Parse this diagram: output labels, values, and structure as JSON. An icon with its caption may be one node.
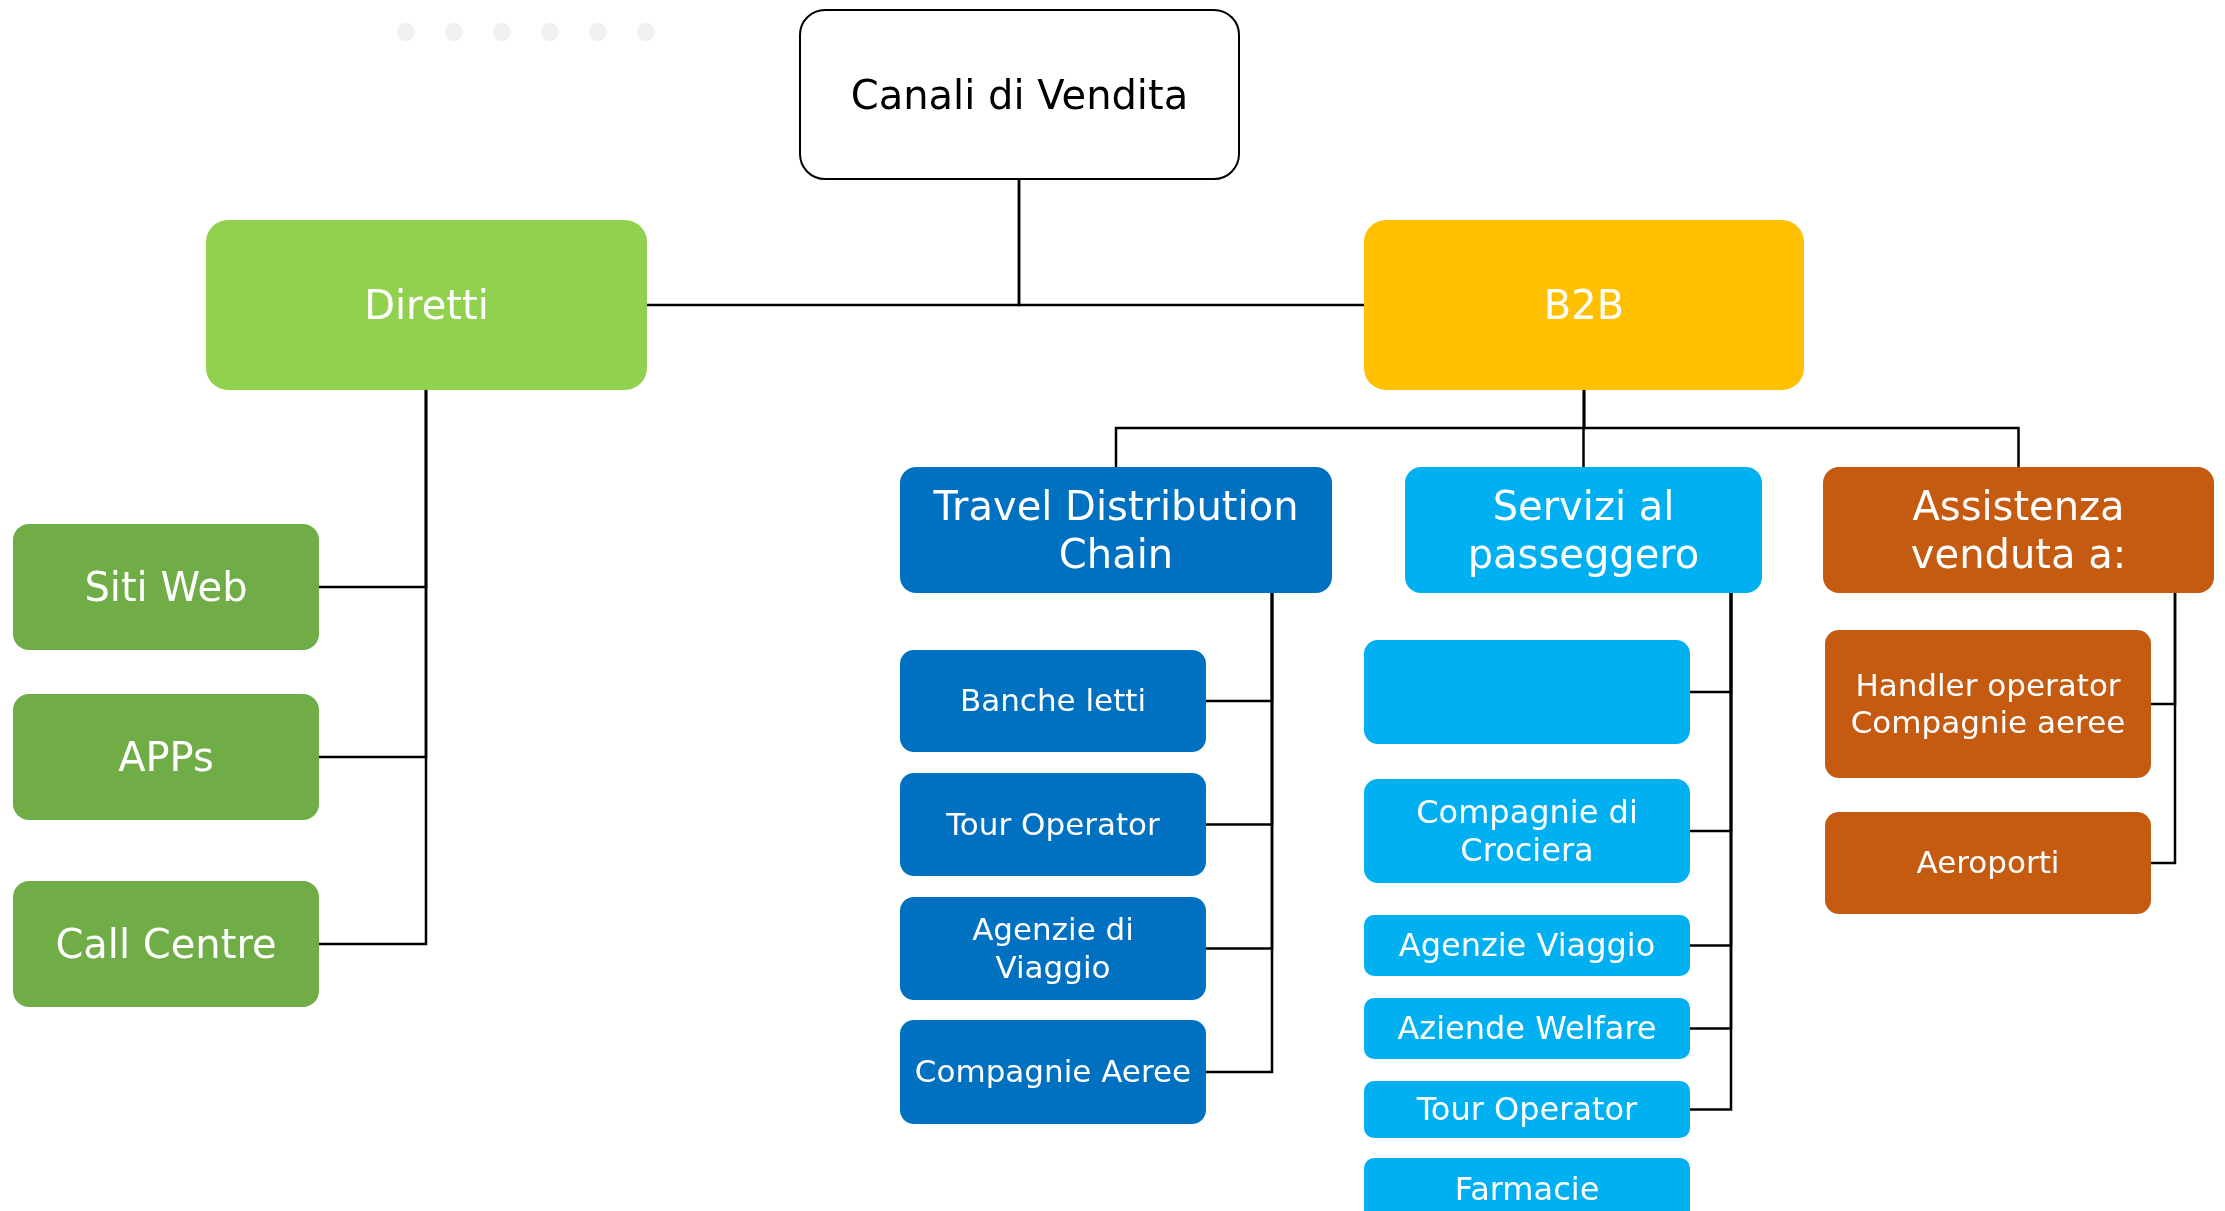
{
  "diagram": {
    "nodes": [
      {
        "text": [
          "Canali di Vendita"
        ]
      },
      {
        "text": [
          "Diretti"
        ]
      },
      {
        "text": [
          "B2B"
        ]
      },
      {
        "text": [
          "Siti Web"
        ]
      },
      {
        "text": [
          "APPs"
        ]
      },
      {
        "text": [
          "Call Centre"
        ]
      },
      {
        "text": [
          "Travel Distribution Chain"
        ]
      },
      {
        "text": [
          "Servizi al passeggero"
        ]
      },
      {
        "text": [
          "Assistenza venduta a:"
        ]
      },
      {
        "text": [
          "Banche letti"
        ]
      },
      {
        "text": [
          "Tour Operator"
        ]
      },
      {
        "text": [
          "Agenzie di Viaggio"
        ]
      },
      {
        "text": [
          "Compagnie Aeree"
        ]
      },
      {
        "text": [],
        "shape": "box"
      },
      {
        "text": [
          "Compagnie di Crociera"
        ]
      },
      {
        "text": [
          "Agenzie Viaggio"
        ]
      },
      {
        "text": [
          "Aziende Welfare"
        ]
      },
      {
        "text": [
          "Tour Operator"
        ]
      },
      {
        "text": [
          "Farmacie"
        ]
      },
      {
        "text": [
          "Handler operator Compagnie aeree"
        ]
      },
      {
        "text": [
          "Aeroporti"
        ]
      }
    ],
    "edges": [
      {
        "from": 0,
        "to": 1,
        "arrow": "none"
      },
      {
        "from": 0,
        "to": 2,
        "arrow": "none"
      },
      {
        "from": 1,
        "to": 3,
        "arrow": "none"
      },
      {
        "from": 1,
        "to": 4,
        "arrow": "none"
      },
      {
        "from": 1,
        "to": 5,
        "arrow": "none"
      },
      {
        "from": 2,
        "to": 6,
        "arrow": "none"
      },
      {
        "from": 2,
        "to": 7,
        "arrow": "none"
      },
      {
        "from": 2,
        "to": 8,
        "arrow": "none"
      },
      {
        "from": 6,
        "to": 9,
        "arrow": "none"
      },
      {
        "from": 6,
        "to": 10,
        "arrow": "none"
      },
      {
        "from": 6,
        "to": 11,
        "arrow": "none"
      },
      {
        "from": 6,
        "to": 12,
        "arrow": "none"
      },
      {
        "from": 7,
        "to": 13,
        "arrow": "none"
      },
      {
        "from": 7,
        "to": 14,
        "arrow": "none"
      },
      {
        "from": 7,
        "to": 15,
        "arrow": "none"
      },
      {
        "from": 7,
        "to": 16,
        "arrow": "none"
      },
      {
        "from": 7,
        "to": 17,
        "arrow": "none"
      },
      {
        "from": 8,
        "to": 19,
        "arrow": "none"
      },
      {
        "from": 8,
        "to": 20,
        "arrow": "none"
      }
    ]
  }
}
